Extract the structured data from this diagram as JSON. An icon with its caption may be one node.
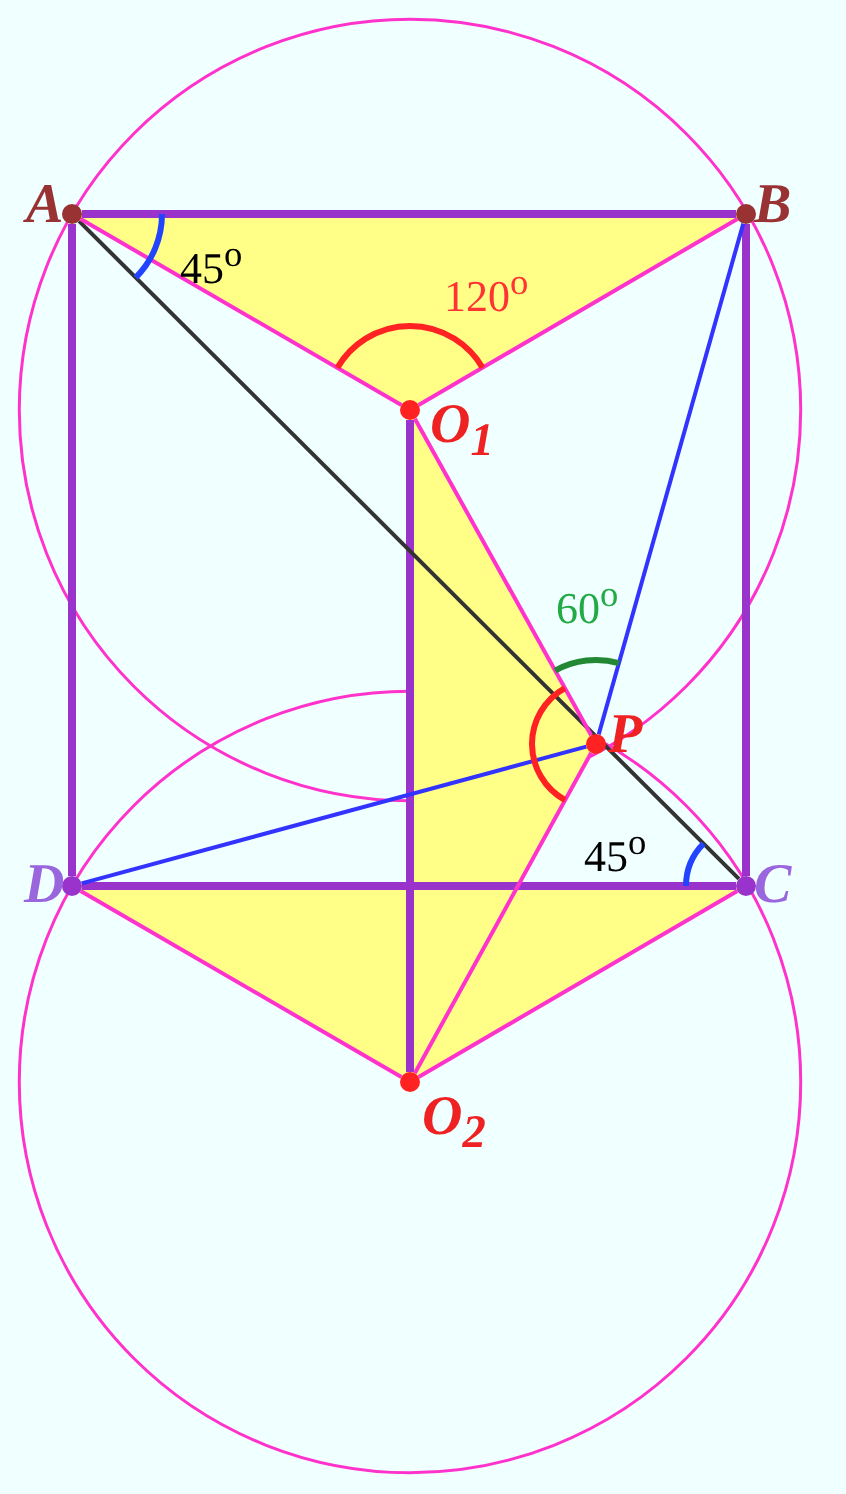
{
  "diagram": {
    "nodes": [
      {
        "text": [
          "A"
        ]
      },
      {
        "text": [
          "B"
        ]
      },
      {
        "text": [
          "O$_{1}$"
        ]
      },
      {
        "text": [
          "P"
        ]
      },
      {
        "text": [
          "D"
        ]
      },
      {
        "text": [
          "C"
        ]
      },
      {
        "text": [
          "O$_{2}$"
        ]
      }
    ],
    "edges": [
      {
        "from": 0,
        "to": 1,
        "arrow": "none",
        "style": "thick",
        "color": "#9933cc"
      },
      {
        "from": 1,
        "to": 5,
        "arrow": "none",
        "style": "thick",
        "color": "#9933cc"
      },
      {
        "from": 5,
        "to": 4,
        "arrow": "none",
        "style": "thick",
        "color": "#9933cc"
      },
      {
        "from": 4,
        "to": 0,
        "arrow": "none",
        "style": "thick",
        "color": "#9933cc"
      },
      {
        "from": 2,
        "to": 6,
        "arrow": "none",
        "style": "thick",
        "color": "#9933cc"
      },
      {
        "from": 0,
        "to": 5,
        "arrow": "none",
        "color": "#333333"
      },
      {
        "from": 0,
        "to": 2,
        "arrow": "none"
      },
      {
        "from": 1,
        "to": 2,
        "arrow": "none"
      },
      {
        "from": 2,
        "to": 3,
        "arrow": "none"
      },
      {
        "from": 3,
        "to": 6,
        "arrow": "none"
      },
      {
        "from": 4,
        "to": 6,
        "arrow": "none"
      },
      {
        "from": 5,
        "to": 6,
        "arrow": "none"
      },
      {
        "from": 1,
        "to": 3,
        "arrow": "none",
        "color": "#3333ff"
      },
      {
        "from": 4,
        "to": 3,
        "arrow": "none",
        "color": "#3333ff"
      }
    ],
    "labels": [
      "45$^{o}$",
      "120$^{o}$",
      "60$^{o}$",
      "45$^{o}$"
    ]
  }
}
